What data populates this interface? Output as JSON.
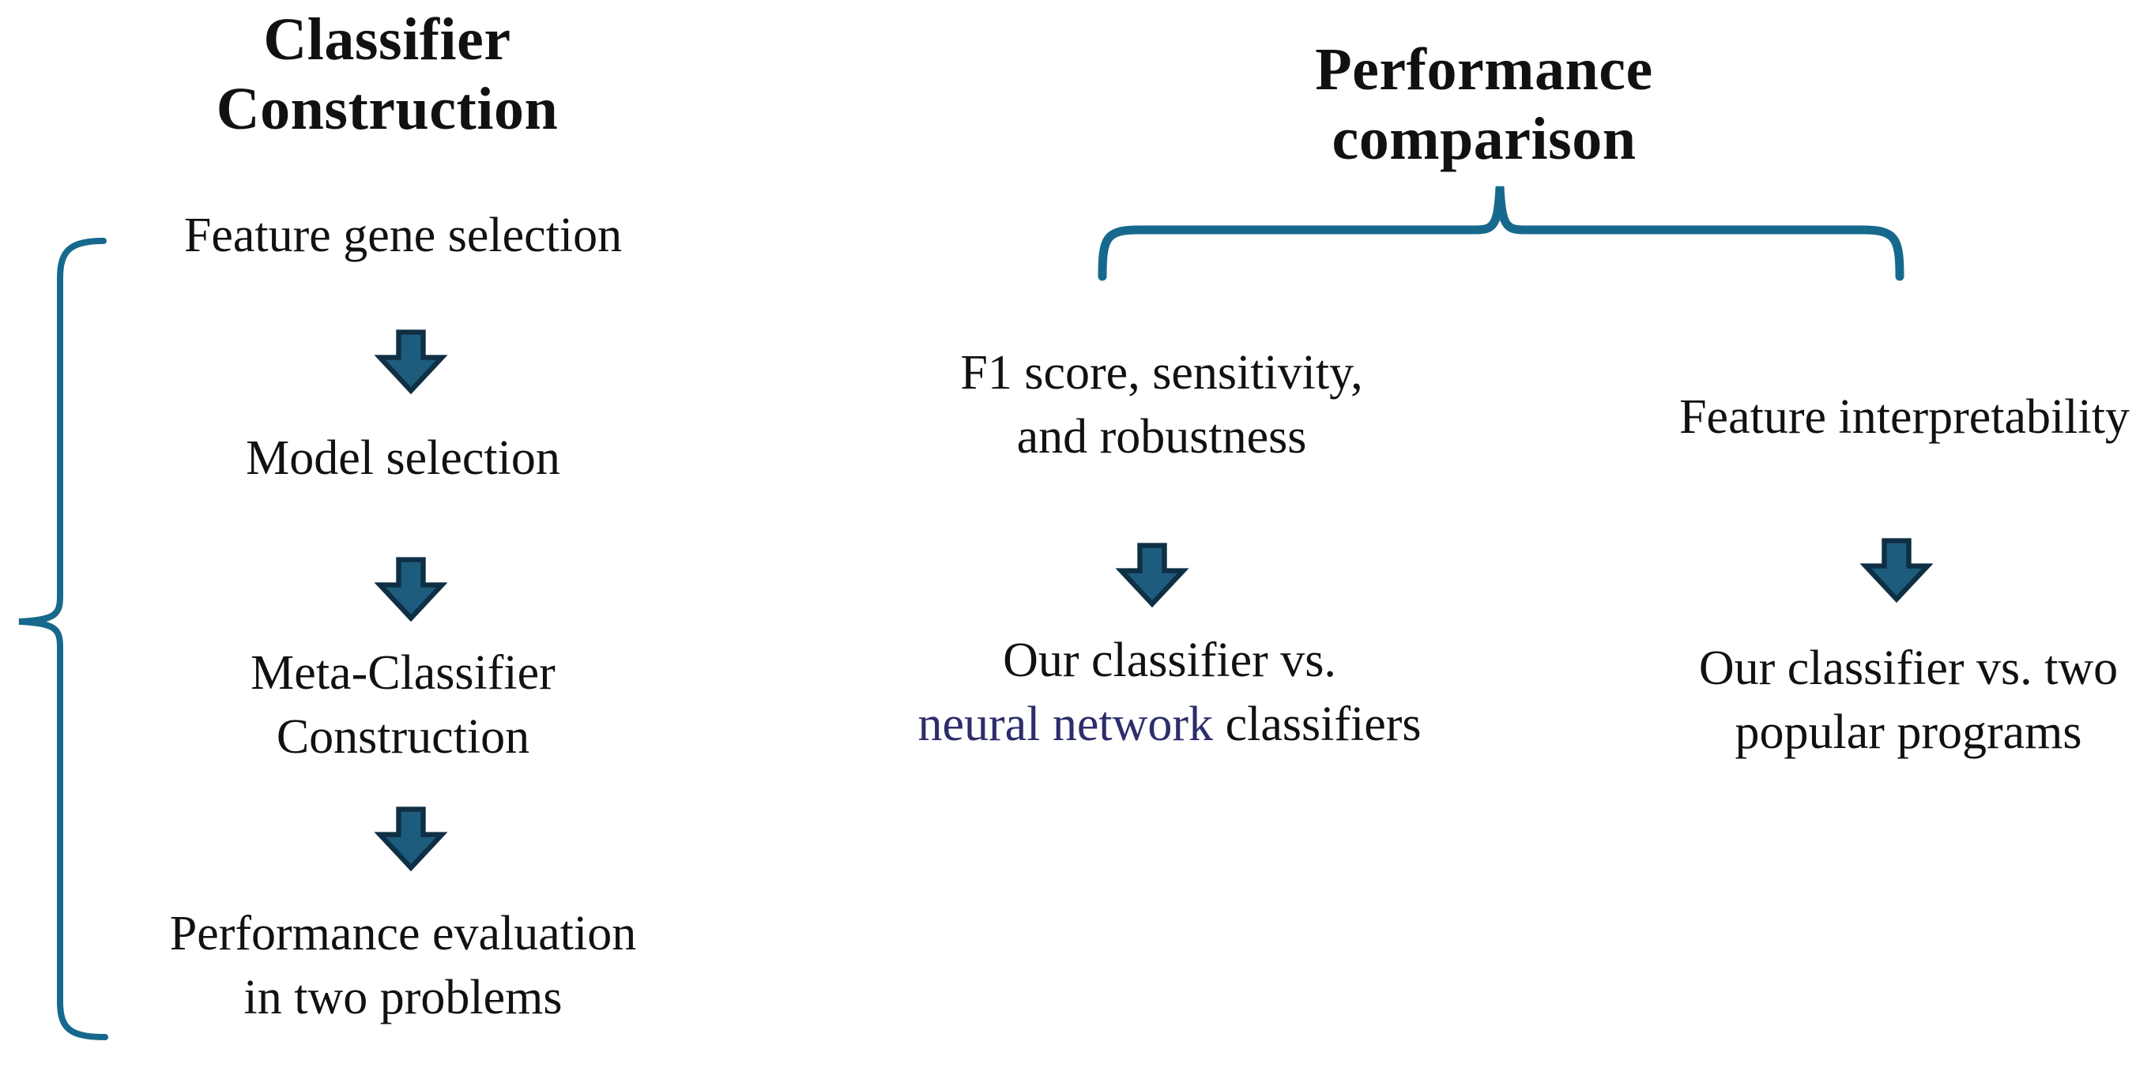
{
  "diagram": {
    "left": {
      "title": "Classifier Construction",
      "steps": [
        {
          "lines": [
            "Feature gene selection"
          ]
        },
        {
          "lines": [
            "Model selection"
          ]
        },
        {
          "lines": [
            "Meta-Classifier",
            "Construction"
          ]
        },
        {
          "lines": [
            "Performance evaluation",
            "in two problems"
          ]
        }
      ]
    },
    "right": {
      "title": "Performance comparison",
      "branches": [
        {
          "criterion_lines": [
            "F1 score, sensitivity,",
            "and robustness"
          ],
          "result_line1": "Our classifier vs.",
          "result_line2_highlight": "neural network",
          "result_line2_rest": "classifiers"
        },
        {
          "criterion_lines": [
            "Feature interpretability"
          ],
          "result_lines": [
            "Our classifier vs. two",
            "popular programs"
          ]
        }
      ]
    },
    "icons": {
      "down_arrow": "down-arrow-icon",
      "left_brace": "curly-brace-left-icon",
      "top_brace": "curly-brace-top-icon"
    },
    "colors": {
      "text": "#111111",
      "highlight_text": "#2d2d6b",
      "brace_teal": "#16698c",
      "arrow_fill": "#1d5c7c",
      "arrow_stroke": "#0f2f44",
      "background": "#ffffff"
    }
  }
}
